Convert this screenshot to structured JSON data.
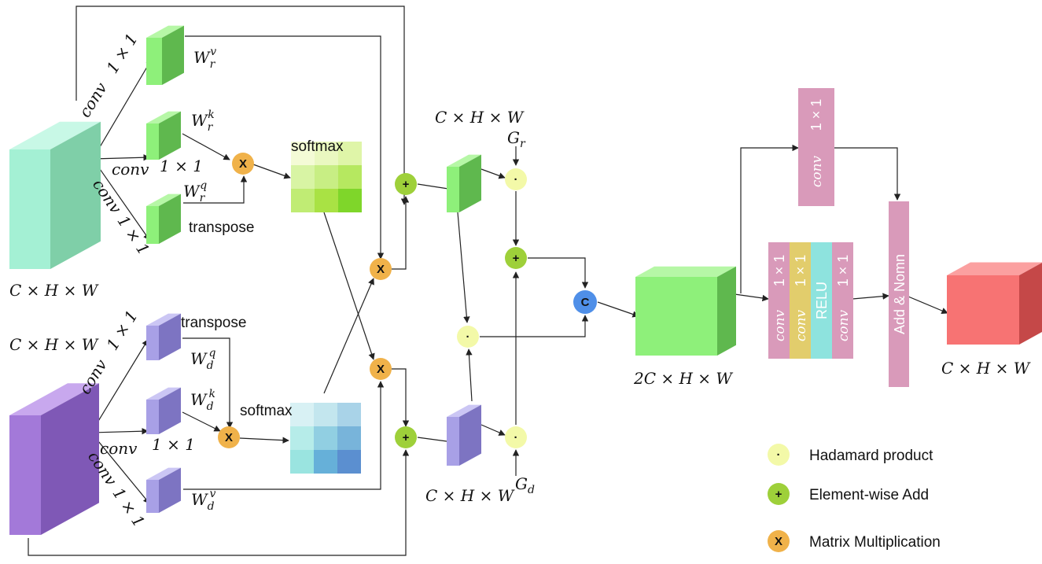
{
  "colors": {
    "rgb_front": "#a4f0d4",
    "rgb_side": "#7fcfa8",
    "rgb_top": "#c8f8e6",
    "depth_front": "#a379d9",
    "depth_side": "#7f58b6",
    "depth_top": "#c8a8ee",
    "green_front": "#8ef07a",
    "green_side": "#5fb84e",
    "green_top": "#b6f7a6",
    "lav_front": "#a8a0e6",
    "lav_side": "#7d74c2",
    "lav_top": "#cbc6f4",
    "out_front": "#f77373",
    "out_side": "#c54848",
    "out_top": "#fba0a0",
    "conv_pink": "#d99aba",
    "conv_yellow": "#e2cd6c",
    "relu_cyan": "#8ee3de",
    "hadamard": "#f3f9a8",
    "add": "#9ed03a",
    "matmul": "#f0b24a",
    "concat": "#4f8fe8"
  },
  "labels": {
    "input_rgb_dim": "C × H × W",
    "input_depth_dim": "C × H × W",
    "branch_rgb_dim": "C × H × W",
    "branch_depth_dim": "C × H × W",
    "concat_dim": "2C × H × W",
    "output_dim": "C × H × W",
    "conv": "conv",
    "one_by_one": "1 × 1",
    "w_rv": "W",
    "w_rv_sub": "r",
    "w_rv_sup": "v",
    "w_rk": "W",
    "w_rk_sub": "r",
    "w_rk_sup": "k",
    "w_rq": "W",
    "w_rq_sub": "r",
    "w_rq_sup": "q",
    "w_dq": "W",
    "w_dq_sub": "d",
    "w_dq_sup": "q",
    "w_dk": "W",
    "w_dk_sub": "d",
    "w_dk_sup": "k",
    "w_dv": "W",
    "w_dv_sub": "d",
    "w_dv_sup": "v",
    "transpose_top": "transpose",
    "transpose_bottom": "transpose",
    "softmax_top": "softmax",
    "softmax_bottom": "softmax",
    "g_r": "G",
    "g_r_sub": "r",
    "g_d": "G",
    "g_d_sub": "d",
    "matmul_symbol": "X",
    "add_symbol": "+",
    "hadamard_symbol": "·",
    "concat_symbol": "C",
    "relu": "RELU",
    "add_norm": "Add & Nomn"
  },
  "legend": [
    {
      "symbol": "·",
      "label": "Hadamard product",
      "kind": "hadamard"
    },
    {
      "symbol": "+",
      "label": "Element-wise Add",
      "kind": "add"
    },
    {
      "symbol": "X",
      "label": "Matrix Multiplication",
      "kind": "matmul"
    }
  ],
  "softmax_top_cells": [
    "#f4fbd6",
    "#eaf8c0",
    "#dff5a8",
    "#d8f4a4",
    "#c8ee84",
    "#b6e860",
    "#c0ec74",
    "#a9e244",
    "#7fd62a"
  ],
  "softmax_bottom_cells": [
    "#d8f1f4",
    "#c3e6ee",
    "#a9d3e8",
    "#b6ece9",
    "#91cfe2",
    "#78b4da",
    "#9ae4e0",
    "#66b0d9",
    "#5b8fd0"
  ]
}
